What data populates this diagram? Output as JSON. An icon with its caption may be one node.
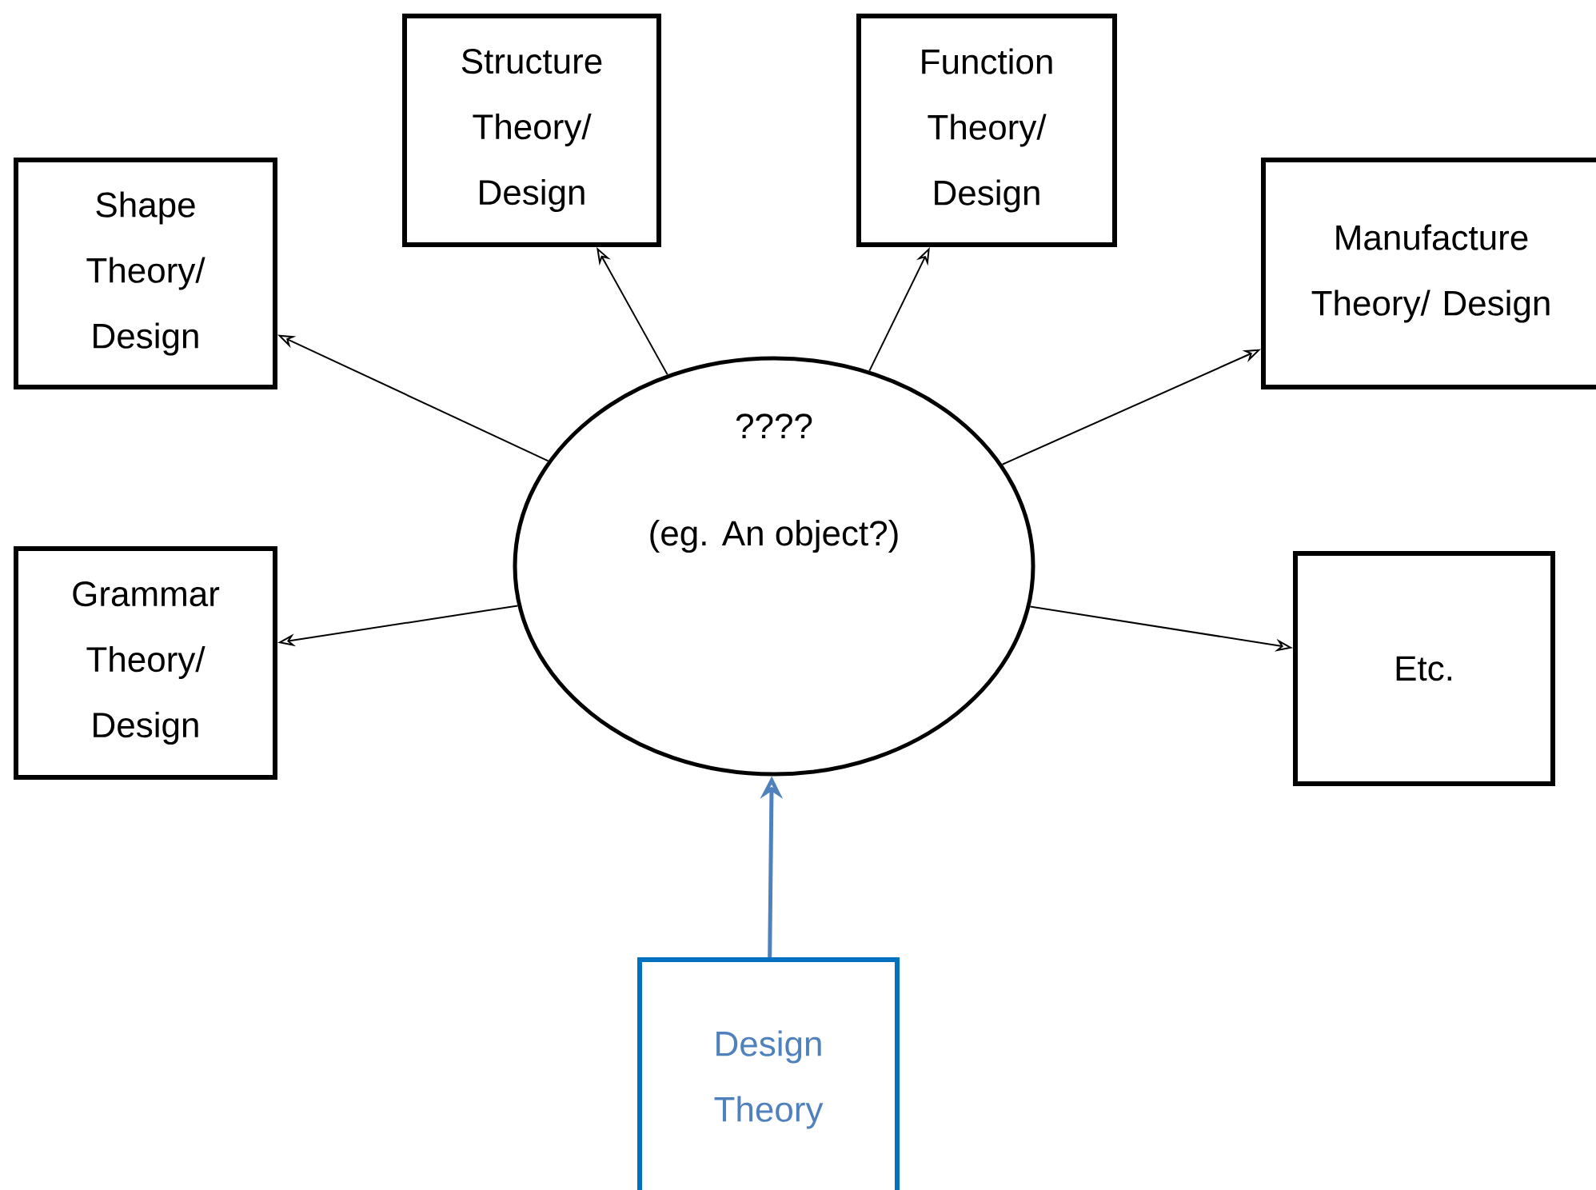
{
  "diagram": {
    "nodes": [
      {
        "text": [
          "????",
          "(eg. An object?)"
        ]
      },
      {
        "text": [
          "Shape Theory/ Design"
        ]
      },
      {
        "text": [
          "Structure Theory/ Design"
        ]
      },
      {
        "text": [
          "Function Theory/ Design"
        ]
      },
      {
        "text": [
          "Manufacture Theory/ Design"
        ]
      },
      {
        "text": [
          "Grammar Theory/ Design"
        ]
      },
      {
        "text": [
          "Etc."
        ]
      },
      {
        "text": [
          "Design Theory"
        ]
      }
    ],
    "edges": [
      {
        "from": 0,
        "to": 1,
        "arrow": "to"
      },
      {
        "from": 0,
        "to": 2,
        "arrow": "to"
      },
      {
        "from": 0,
        "to": 3,
        "arrow": "to"
      },
      {
        "from": 0,
        "to": 4,
        "arrow": "to"
      },
      {
        "from": 0,
        "to": 5,
        "arrow": "to"
      },
      {
        "from": 0,
        "to": 6,
        "arrow": "to"
      },
      {
        "from": 7,
        "to": 0,
        "arrow": "to",
        "style": "thick",
        "color": "#4f81bd"
      }
    ]
  }
}
